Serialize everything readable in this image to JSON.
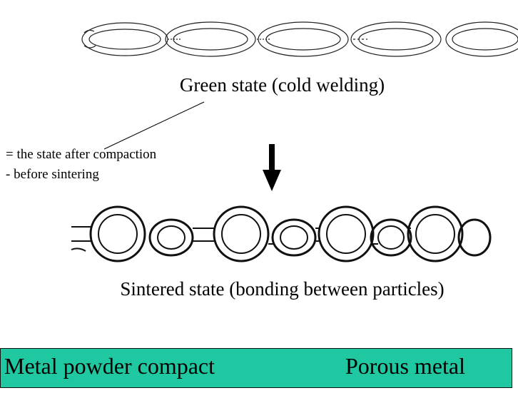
{
  "green_caption": "Green state (cold welding)",
  "note_line1": "= the state after compaction",
  "note_line2": "- before sintering",
  "sintered_caption": "Sintered state (bonding between particles)",
  "bottom_left": "Metal powder compact",
  "bottom_right": "Porous metal",
  "colors": {
    "bottom_bg": "#1fc8a0",
    "ink": "#000000"
  }
}
